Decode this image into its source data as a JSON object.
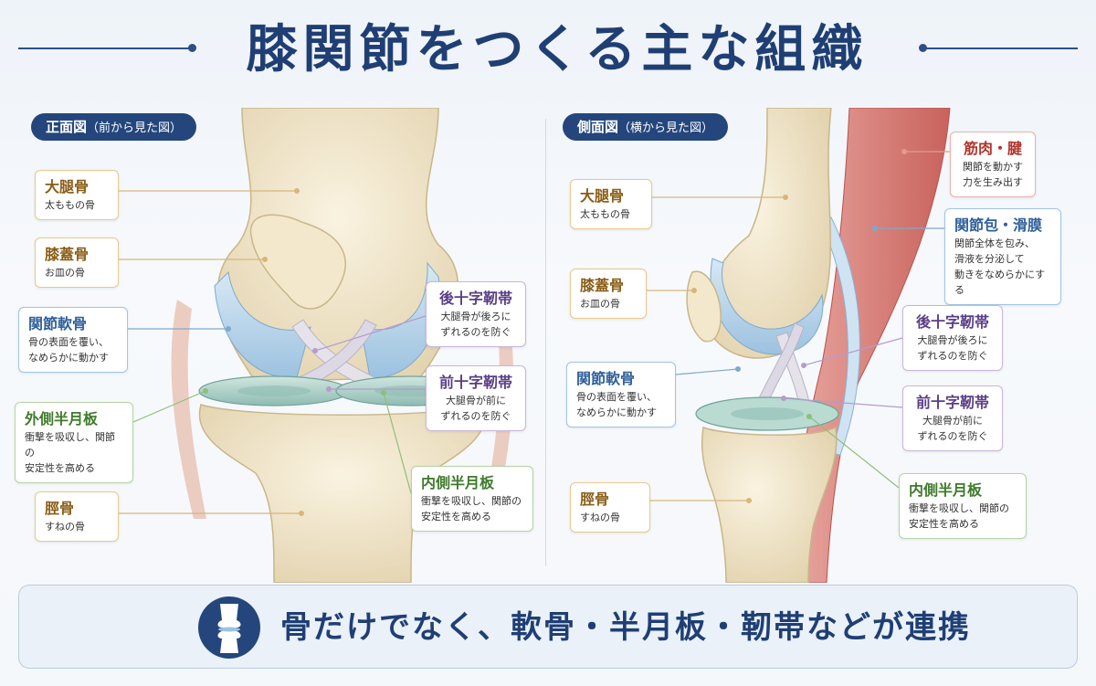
{
  "title": "膝関節をつくる主な組織",
  "colors": {
    "navy": "#24467c",
    "bone": "#efe4c8",
    "cartilage": "#bcd6ea",
    "meniscus": "#a9cfc7",
    "ligament": "#e4e1ea",
    "muscle": "#d98a86"
  },
  "front_view": {
    "heading": "正面図",
    "subheading": "（前から見た図）",
    "labels": {
      "femur": {
        "title": "大腿骨",
        "desc": "太ももの骨"
      },
      "patella": {
        "title": "膝蓋骨",
        "desc": "お皿の骨"
      },
      "cartilage": {
        "title": "関節軟骨",
        "desc": "骨の表面を覆い、\nなめらかに動かす"
      },
      "lateral_meniscus": {
        "title": "外側半月板",
        "desc": "衝撃を吸収し、関節の\n安定性を高める"
      },
      "tibia": {
        "title": "脛骨",
        "desc": "すねの骨"
      },
      "pcl": {
        "title": "後十字靭帯",
        "desc": "大腿骨が後ろに\nずれるのを防ぐ"
      },
      "acl": {
        "title": "前十字靭帯",
        "desc": "大腿骨が前に\nずれるのを防ぐ"
      },
      "medial_meniscus": {
        "title": "内側半月板",
        "desc": "衝撃を吸収し、関節の\n安定性を高める"
      }
    }
  },
  "side_view": {
    "heading": "側面図",
    "subheading": "（横から見た図）",
    "labels": {
      "femur": {
        "title": "大腿骨",
        "desc": "太ももの骨"
      },
      "patella": {
        "title": "膝蓋骨",
        "desc": "お皿の骨"
      },
      "cartilage": {
        "title": "関節軟骨",
        "desc": "骨の表面を覆い、\nなめらかに動かす"
      },
      "tibia": {
        "title": "脛骨",
        "desc": "すねの骨"
      },
      "muscle": {
        "title": "筋肉・腱",
        "desc": "関節を動かす\n力を生み出す"
      },
      "capsule": {
        "title": "関節包・滑膜",
        "desc": "関節全体を包み、\n滑液を分泌して\n動きをなめらかにする"
      },
      "pcl": {
        "title": "後十字靭帯",
        "desc": "大腿骨が後ろに\nずれるのを防ぐ"
      },
      "acl": {
        "title": "前十字靭帯",
        "desc": "大腿骨が前に\nずれるのを防ぐ"
      },
      "medial_meniscus": {
        "title": "内側半月板",
        "desc": "衝撃を吸収し、関節の\n安定性を高める"
      }
    }
  },
  "banner": {
    "icon": "knee-joint-icon",
    "text": "骨だけでなく、軟骨・半月板・靭帯などが連携"
  }
}
